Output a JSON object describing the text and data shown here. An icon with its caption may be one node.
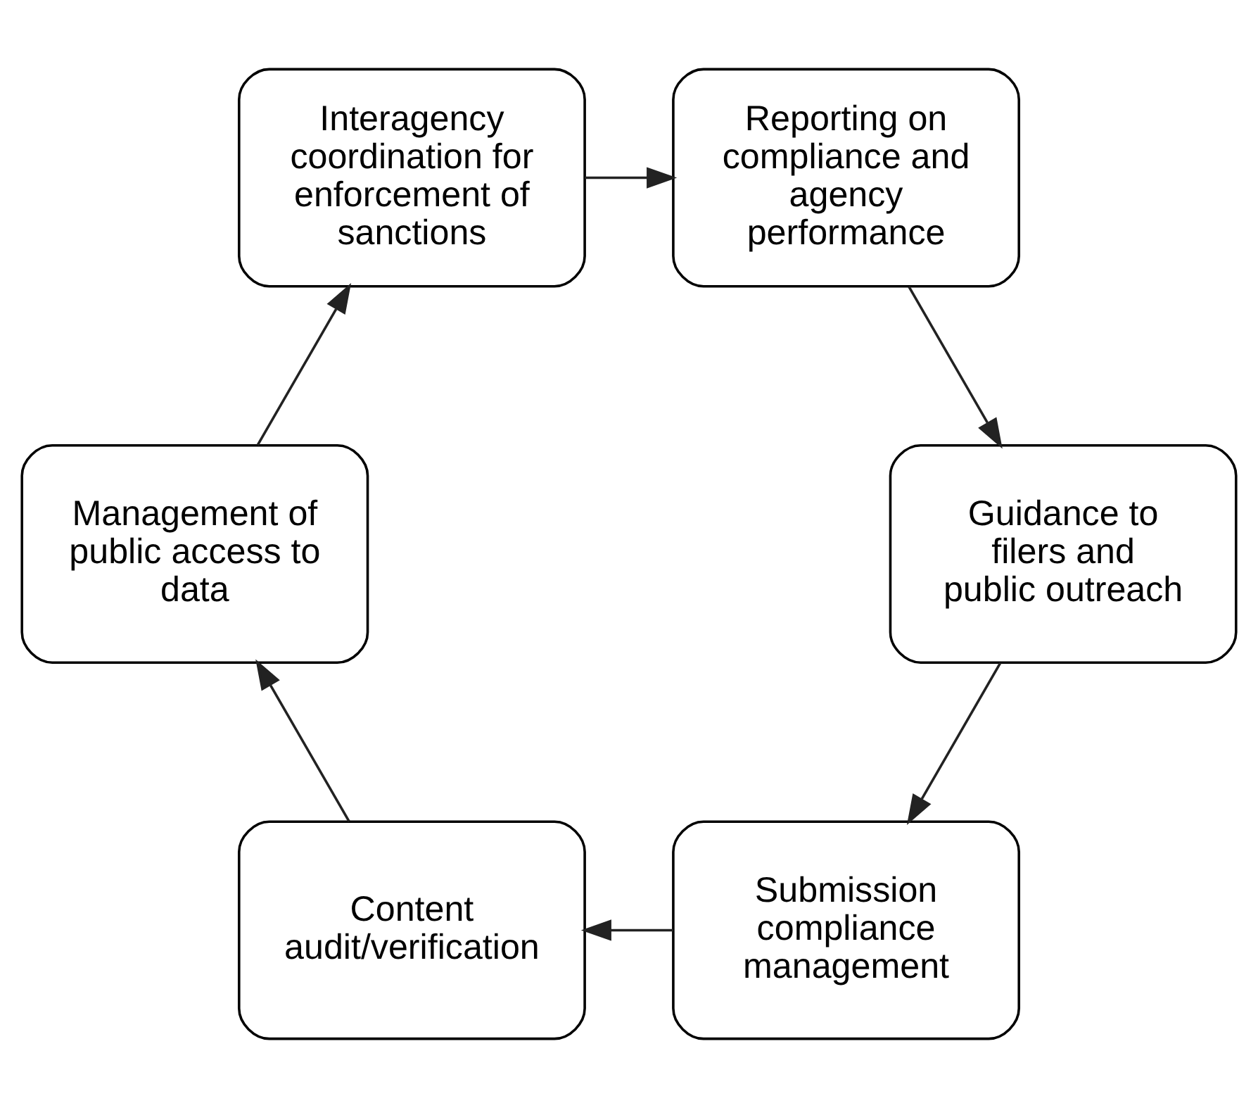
{
  "diagram": {
    "nodes": [
      {
        "text": [
          "Submission compliance management"
        ]
      },
      {
        "text": [
          "Content audit/verification"
        ]
      },
      {
        "text": [
          "Management of public access to data"
        ]
      },
      {
        "text": [
          "Interagency coordination for enforcement of sanctions"
        ]
      },
      {
        "text": [
          "Reporting on compliance and agency performance"
        ]
      },
      {
        "text": [
          "Guidance to filers and public outreach"
        ]
      }
    ],
    "edges": [
      {
        "from": 0,
        "to": 1,
        "arrow": "to"
      },
      {
        "from": 1,
        "to": 2,
        "arrow": "to"
      },
      {
        "from": 2,
        "to": 3,
        "arrow": "to"
      },
      {
        "from": 3,
        "to": 4,
        "arrow": "to"
      },
      {
        "from": 4,
        "to": 5,
        "arrow": "to"
      },
      {
        "from": 5,
        "to": 0,
        "arrow": "to"
      }
    ]
  }
}
